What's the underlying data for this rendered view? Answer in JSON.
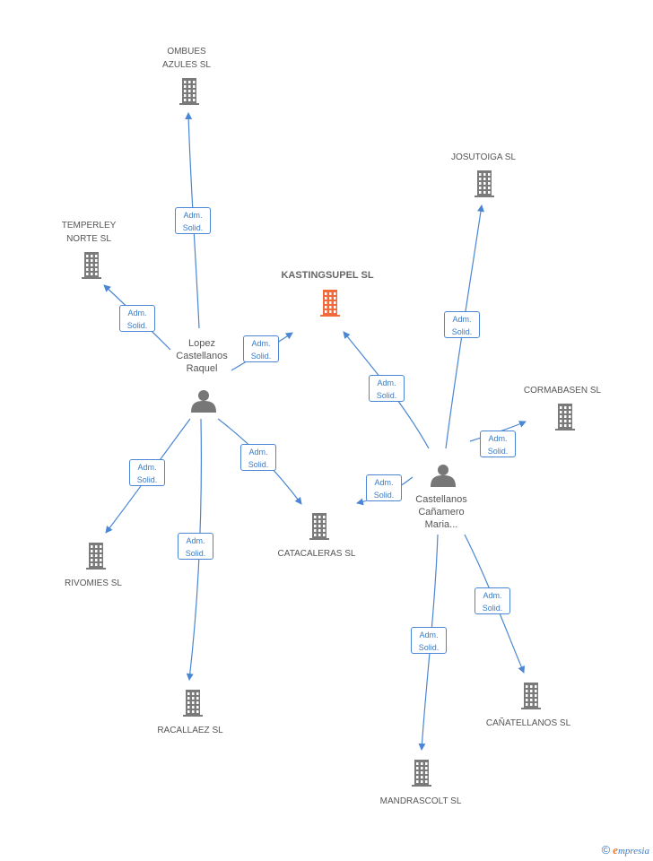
{
  "colors": {
    "edge": "#4a86d4",
    "company": "#7a7a7a",
    "company_center": "#f26a3c",
    "person": "#777777"
  },
  "nodes": {
    "kastingsupel": {
      "label": "KASTINGSUPEL SL",
      "type": "company",
      "center": true
    },
    "ombues": {
      "label": "OMBUES\nAZULES SL",
      "type": "company"
    },
    "temperley": {
      "label": "TEMPERLEY\nNORTE SL",
      "type": "company"
    },
    "josutoiga": {
      "label": "JOSUTOIGA SL",
      "type": "company"
    },
    "cormabasen": {
      "label": "CORMABASEN SL",
      "type": "company"
    },
    "catacaleras": {
      "label": "CATACALERAS SL",
      "type": "company"
    },
    "rivomies": {
      "label": "RIVOMIES SL",
      "type": "company"
    },
    "racallaez": {
      "label": "RACALLAEZ SL",
      "type": "company"
    },
    "canatellanos": {
      "label": "CAÑATELLANOS SL",
      "type": "company"
    },
    "mandrascolt": {
      "label": "MANDRASCOLT SL",
      "type": "company"
    },
    "lopez": {
      "label": "Lopez\nCastellanos\nRaquel",
      "type": "person"
    },
    "castellanos": {
      "label": "Castellanos\nCañamero\nMaria...",
      "type": "person"
    }
  },
  "edge_label": {
    "line1": "Adm.",
    "line2": "Solid."
  },
  "edges": [
    {
      "from": "lopez",
      "to": "ombues"
    },
    {
      "from": "lopez",
      "to": "temperley"
    },
    {
      "from": "lopez",
      "to": "kastingsupel"
    },
    {
      "from": "lopez",
      "to": "catacaleras"
    },
    {
      "from": "lopez",
      "to": "rivomies"
    },
    {
      "from": "lopez",
      "to": "racallaez"
    },
    {
      "from": "castellanos",
      "to": "kastingsupel"
    },
    {
      "from": "castellanos",
      "to": "josutoiga"
    },
    {
      "from": "castellanos",
      "to": "cormabasen"
    },
    {
      "from": "castellanos",
      "to": "catacaleras"
    },
    {
      "from": "castellanos",
      "to": "canatellanos"
    },
    {
      "from": "castellanos",
      "to": "mandrascolt"
    }
  ],
  "brand": {
    "copyright": "©",
    "e": "e",
    "rest": "mpresia"
  }
}
